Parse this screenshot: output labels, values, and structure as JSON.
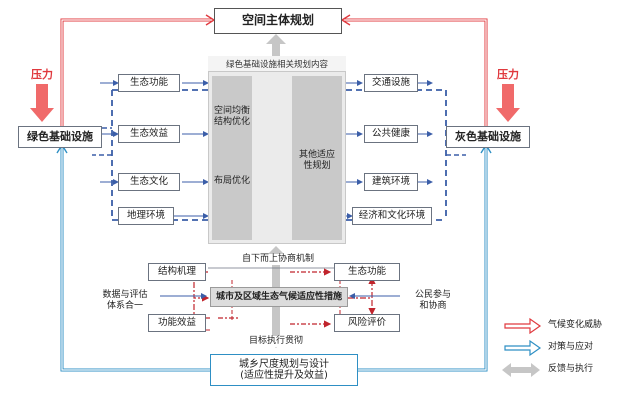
{
  "title": "空间主体规划",
  "green": "绿色基础设施",
  "gray": "灰色基础设施",
  "pressure_left": "压力",
  "pressure_right": "压力",
  "green_items": [
    "生态功能",
    "生态效益",
    "生态文化",
    "地理环境"
  ],
  "gray_items": [
    "交通设施",
    "公共健康",
    "建筑环境",
    "经济和文化环境"
  ],
  "center_header": "绿色基础设施相关规划内容",
  "center_col1_top": "空间均衡\n结构优化",
  "center_col1_bottom": "布局优化",
  "center_col2": "其他适应\n性规划",
  "bottom_up": "自下而上协商机制",
  "mid_left1": "结构机理",
  "mid_left2": "功能效益",
  "mid_right1": "生态功能",
  "mid_right2": "风险评价",
  "measures": "城市及区域生态气候适应性措施",
  "data_system": "数据与评估\n体系合一",
  "public": "公民参与\n和协商",
  "top_down": "目标执行贯彻",
  "bottom_title": "城乡尺度规划与设计\n(适应性提升及效益)",
  "legend": [
    "气候变化威胁",
    "对策与应对",
    "反馈与执行"
  ],
  "colors": {
    "red": "#e0393e",
    "blue": "#2e8fc4",
    "dash_blue": "#3b5ea8",
    "arrow_gray": "#c6c6c6",
    "pressure": "#f06a6a"
  }
}
